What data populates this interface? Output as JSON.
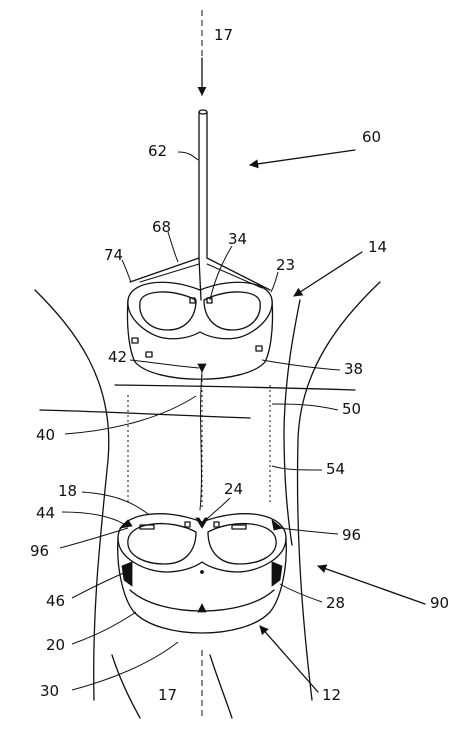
{
  "figure": {
    "labels": {
      "l17top": "17",
      "l60": "60",
      "l62": "62",
      "l68": "68",
      "l74": "74",
      "l34": "34",
      "l23": "23",
      "l14": "14",
      "l42": "42",
      "l38": "38",
      "l40": "40",
      "l50": "50",
      "l54": "54",
      "l18": "18",
      "l24": "24",
      "l44": "44",
      "l96left": "96",
      "l96right": "96",
      "l46": "46",
      "l28": "28",
      "l90": "90",
      "l20": "20",
      "l30": "30",
      "l17bottom": "17",
      "l12": "12"
    }
  }
}
